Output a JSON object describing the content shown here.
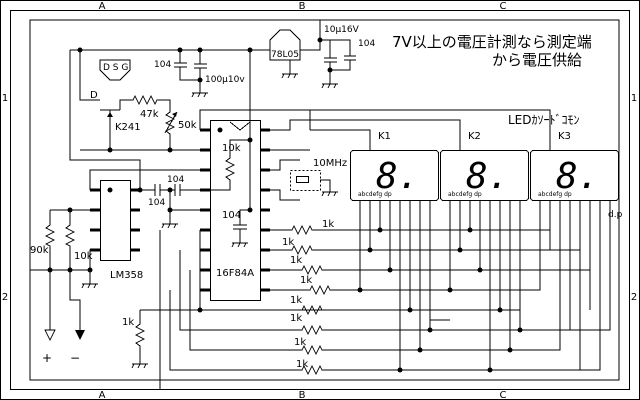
{
  "frame": {
    "columns": [
      "A",
      "B",
      "C"
    ],
    "rows": [
      "1",
      "2"
    ]
  },
  "notes": {
    "supply_line1": "7V以上の電圧計測なら測定端",
    "supply_line2": "から電圧供給",
    "led_common": "LEDｶｿｰﾄﾞｺﾓﾝ"
  },
  "components": {
    "regulator": "78L05",
    "cap_10u": "10μ16V",
    "cap_104_reg": "104",
    "cap_104_left": "104",
    "cap_100u": "100μ10v",
    "fet_pinout": "D S G",
    "fet_d": "D",
    "fet_name": "K241",
    "r_47k": "47k",
    "vr_50k": "50k",
    "r_10k_pic": "10k",
    "cap_104_a": "104",
    "cap_104_b": "104",
    "cap_104_pic": "104",
    "crystal": "10MHz",
    "opamp": "LM358",
    "mcu": "16F84A",
    "r_90k": "90k",
    "r_10k_div": "10k",
    "r_1k_gnd": "1k",
    "r_1k": [
      "1k",
      "1k",
      "1k",
      "1k",
      "1k",
      "1k",
      "1k",
      "1k"
    ],
    "plus": "+",
    "minus": "−",
    "digits": [
      "K1",
      "K2",
      "K3"
    ],
    "digit_char": "8.",
    "dp_label": "d.p"
  }
}
